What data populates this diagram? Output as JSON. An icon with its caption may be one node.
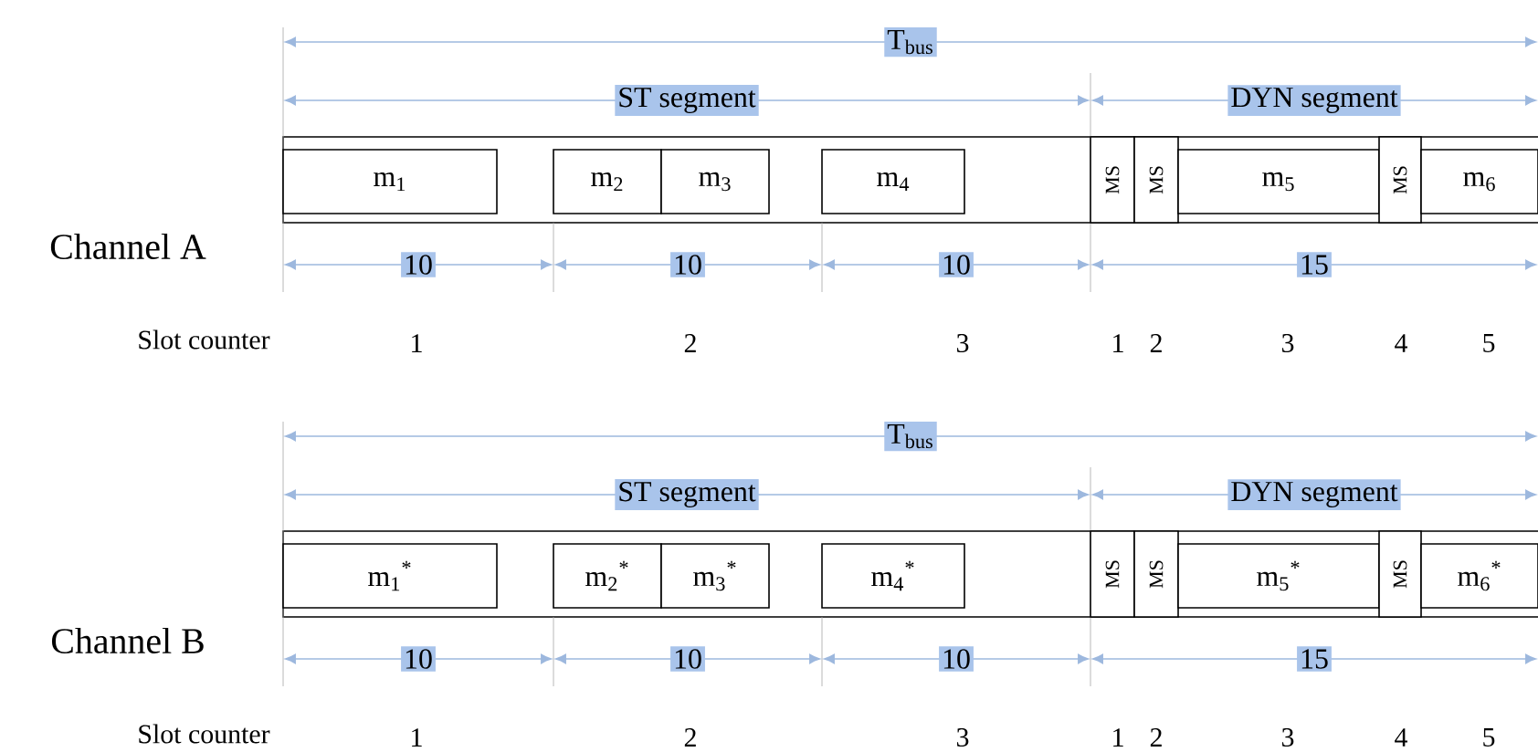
{
  "diagram": {
    "nodes": [
      {
        "text": [
          "m$_{1}$"
        ]
      },
      {
        "text": [
          "m$_{2}$"
        ]
      },
      {
        "text": [
          "m$_{3}$"
        ]
      },
      {
        "text": [
          "m$_{4}$"
        ]
      },
      {
        "text": [
          "MS"
        ]
      },
      {
        "text": [
          "MS"
        ]
      },
      {
        "text": [
          "m$_{5}$"
        ]
      },
      {
        "text": [
          "MS"
        ]
      },
      {
        "text": [
          "m$_{6}$"
        ]
      },
      {
        "text": [
          "m$_{1}$$^{*}$"
        ]
      },
      {
        "text": [
          "m$_{2}$$^{*}$"
        ]
      },
      {
        "text": [
          "m$_{3}$$^{*}$"
        ]
      },
      {
        "text": [
          "m$_{4}$$^{*}$"
        ]
      },
      {
        "text": [
          "MS"
        ]
      },
      {
        "text": [
          "MS"
        ]
      },
      {
        "text": [
          "m$_{5}$$^{*}$"
        ]
      },
      {
        "text": [
          "MS"
        ]
      },
      {
        "text": [
          "m$_{6}$$^{*}$"
        ]
      }
    ],
    "labels": [
      "T$_{bus}$",
      "ST segment",
      "DYN segment",
      "Channel A",
      "10",
      "10",
      "10",
      "15",
      "Slot counter",
      "1",
      "2",
      "3",
      "1",
      "2",
      "3",
      "4",
      "5",
      "T$_{bus}$",
      "ST segment",
      "DYN segment",
      "Channel B",
      "10",
      "10",
      "10",
      "15",
      "Slot counter",
      "1",
      "2",
      "3",
      "1",
      "2",
      "3",
      "4",
      "5"
    ]
  }
}
